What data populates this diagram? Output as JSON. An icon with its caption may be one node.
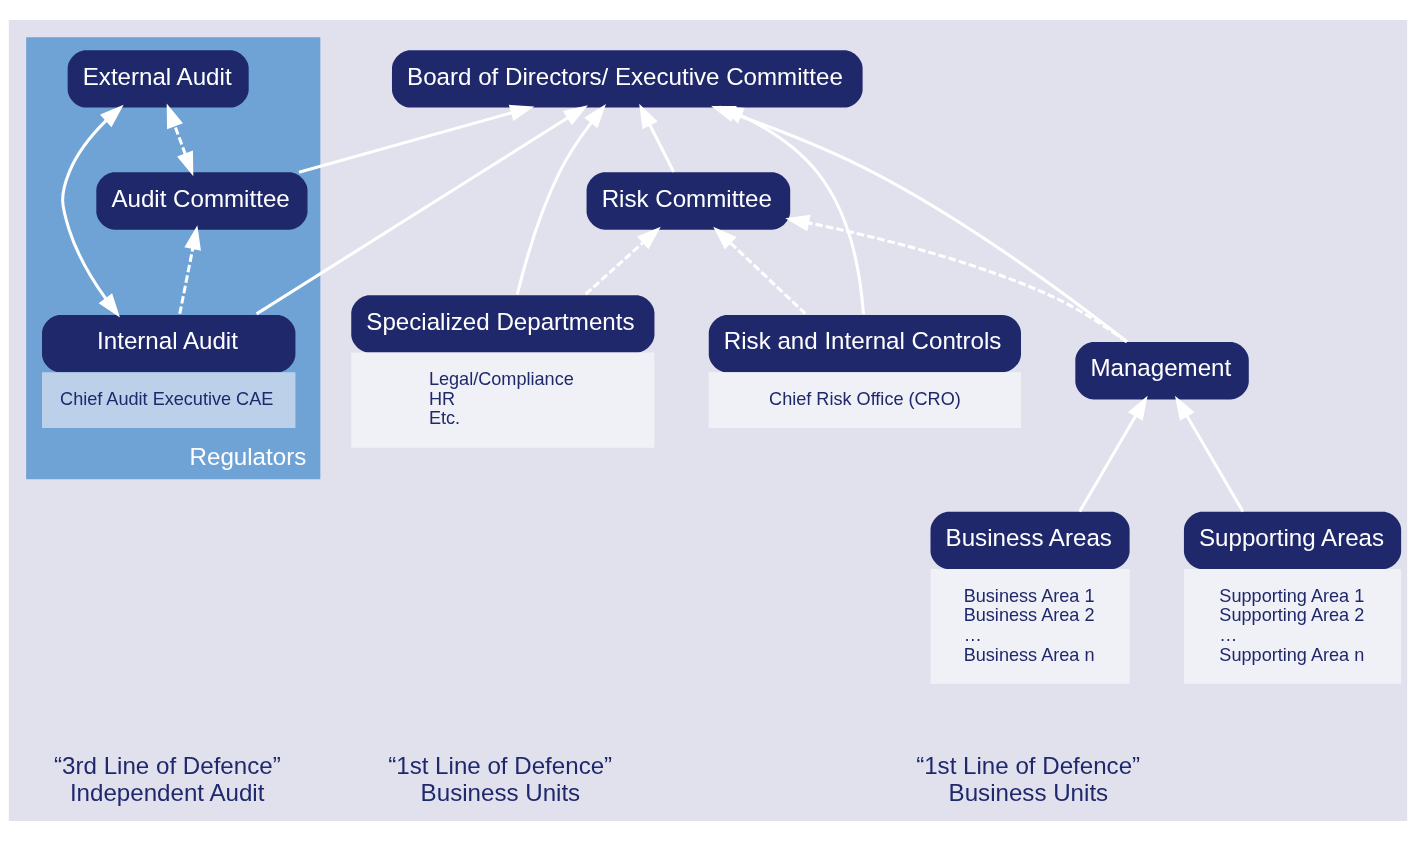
{
  "diagram": {
    "nodes": [
      {
        "text": [
          "Board of Directors/ Executive Committee"
        ]
      },
      {
        "text": [
          "Management"
        ]
      },
      {
        "text": [
          "Business Areas",
          "Business Area 1",
          "Business Area 2",
          "…",
          "Business Area n"
        ]
      },
      {
        "text": [
          "Supporting Areas",
          "Supporting Area 1",
          "Supporting Area 2",
          "…",
          "Supporting Area n"
        ]
      },
      {
        "text": [
          "Risk Committee"
        ]
      },
      {
        "text": [
          "Risk and Internal Controls",
          "Chief Risk Office (CRO)"
        ]
      },
      {
        "text": [
          "Specialized Departments",
          "Legal/Compliance",
          "HR",
          "Etc."
        ]
      },
      {
        "text": [
          "Regulators"
        ]
      },
      {
        "text": [
          "Audit Committee"
        ],
        "in": 7
      },
      {
        "text": [
          "External Audit"
        ],
        "in": 7
      },
      {
        "text": [
          "Internal Audit",
          "Chief Audit Executive CAE"
        ],
        "in": 7
      }
    ],
    "edges": [
      {
        "from": 1,
        "to": 0,
        "arrow": "to"
      },
      {
        "from": 2,
        "to": 1,
        "arrow": "to"
      },
      {
        "from": 3,
        "to": 1,
        "arrow": "to"
      },
      {
        "from": 1,
        "to": 4,
        "arrow": "to",
        "style": "dashed"
      },
      {
        "from": 6,
        "to": 0,
        "arrow": "to"
      },
      {
        "from": 5,
        "to": 0,
        "arrow": "to"
      },
      {
        "from": 4,
        "to": 0,
        "arrow": "to"
      },
      {
        "from": 5,
        "to": 4,
        "arrow": "to",
        "style": "dashed"
      },
      {
        "from": 6,
        "to": 4,
        "arrow": "to",
        "style": "dashed"
      },
      {
        "from": 10,
        "to": 0,
        "arrow": "to"
      },
      {
        "from": 8,
        "to": 0,
        "arrow": "to"
      },
      {
        "from": 10,
        "to": 8,
        "arrow": "to",
        "style": "dashed"
      },
      {
        "from": 8,
        "to": 9,
        "arrow": "both",
        "style": "dashed"
      },
      {
        "from": 10,
        "to": 9,
        "arrow": "both"
      }
    ],
    "labels": [
      "“1st Line of Defence”",
      "Business Units",
      "“1st Line of Defence”",
      "Business Units",
      "“3rd Line of Defence”",
      "Independent Audit"
    ]
  }
}
